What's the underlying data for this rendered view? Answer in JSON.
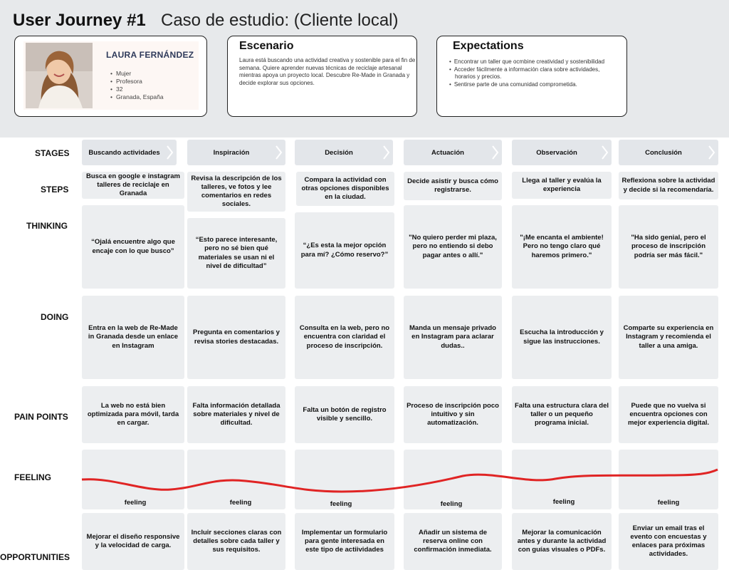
{
  "header": {
    "title": "User Journey #1",
    "subtitle": "Caso de estudio: (Cliente local)"
  },
  "persona": {
    "name": "LAURA FERNÁNDEZ",
    "details": [
      "Mujer",
      "Profesora",
      "32",
      "Granada, España"
    ]
  },
  "scenario": {
    "title": "Escenario",
    "text": "Laura está buscando una actividad creativa y sostenible para el fin de semana. Quiere aprender nuevas técnicas de reciclaje artesanal mientras apoya un proyecto local. Descubre Re-Made in Granada y decide explorar sus opciones."
  },
  "expectations": {
    "title": "Expectations",
    "items": [
      "Encontrar un taller que ocmbine creatividad y sostenibilidad",
      "Acceder fácilmente a información clara sobre actividades, horarios y precios.",
      "Sentirse parte de una comunidad comprometida."
    ]
  },
  "row_labels": {
    "stages": "STAGES",
    "steps": "STEPS",
    "thinking": "THINKING",
    "doing": "DOING",
    "pain_points": "PAIN POINTS",
    "feeling": "FEELING",
    "opportunities": "OPPORTUNITIES"
  },
  "stages": [
    "Buscando actividades",
    "Inspiración",
    "Decisión",
    "Actuación",
    "Observación",
    "Conclusión"
  ],
  "steps": [
    "Busca en google e instagram talleres de reciclaje en Granada",
    "Revisa la descripción de los talleres, ve fotos y lee comentarios en redes sociales.",
    "Compara la actividad con otras  opciones disponibles en la ciudad.",
    "Decide asistir y busca cómo registrarse.",
    "Llega al taller y evalúa la experiencia",
    "Reflexiona sobre la actividad y decide si la recomendaría."
  ],
  "thinking": [
    "“Ojalá encuentre algo que encaje con lo que busco”",
    "“Esto parece interesante, pero no sé bien qué materiales se usan ni el nivel de dificultad”",
    "“¿Es esta la mejor opción para mí? ¿Cómo reservo?”",
    "\"No quiero perder mi plaza, pero no entiendo si debo pagar antes o allí.\"",
    "\"¡Me encanta el ambiente! Pero no tengo claro qué haremos primero.\"",
    "\"Ha sido genial, pero el proceso de inscripción podría ser más fácil.\""
  ],
  "doing": [
    "Entra en la web de Re-Made in Granada desde un enlace en Instagram",
    "Pregunta en comentarios y revisa stories destacadas.",
    "Consulta en la web, pero no encuentra con claridad el proceso de inscripción.",
    "Manda un mensaje privado en Instagram para aclarar dudas..",
    "Escucha la introducción y sigue las instrucciones.",
    "Comparte su experiencia en Instagram y recomienda el taller a una amiga."
  ],
  "pain_points": [
    "La web no está bien optimizada para móvil, tarda en cargar.",
    "Falta información detallada sobre materiales y nivel de dificultad.",
    "Falta un botón de registro visible y sencillo.",
    "Proceso de inscripción poco intuitivo y sin automatización.",
    "Falta una estructura clara del taller o un pequeño programa inicial.",
    "Puede que no vuelva si encuentra opciones con mejor experiencia digital."
  ],
  "feeling_labels": [
    "feeling",
    "feeling",
    "feeling",
    "feeling",
    "feeling",
    "feeling"
  ],
  "feeling_curve_color": "#e02424",
  "opportunities": [
    "Mejorar el diseño responsive y la velocidad de carga.",
    "Incluir secciones claras con detalles sobre cada taller y sus requisitos.",
    "Implementar un formulario para gente interesada en este tipo de actiividades",
    "Añadir un sistema de reserva online con confirmación inmediata.",
    "Mejorar la comunicación antes y durante la actividad con guías visuales o PDFs.",
    "Enviar un email tras el evento con encuestas y enlaces para próximas actividades."
  ]
}
